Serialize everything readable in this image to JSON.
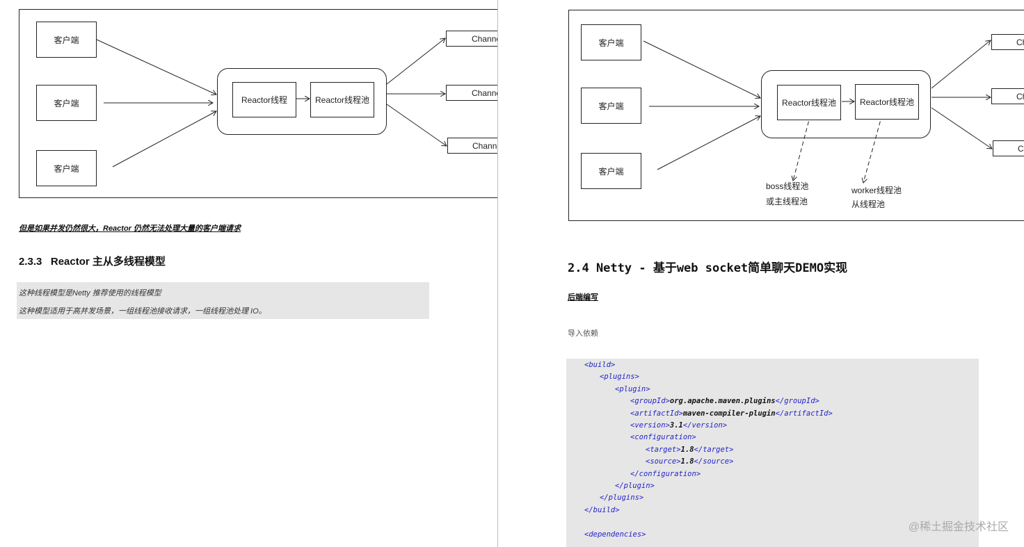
{
  "left": {
    "diagram": {
      "clients": [
        "客户端",
        "客户端",
        "客户端"
      ],
      "reactor_thread": "Reactor线程",
      "reactor_pool": "Reactor线程池",
      "channels": [
        "Channel",
        "Channel",
        "Channel"
      ]
    },
    "note": "但是如果并发仍然很大，Reactor 仍然无法处理大量的客户端请求",
    "heading": "2.3.3   Reactor 主从多线程模型",
    "quote": [
      "这种线程模型是Netty 推荐使用的线程模型",
      "这种模型适用于高并发场景，一组线程池接收请求，一组线程池处理 IO。"
    ]
  },
  "right": {
    "diagram": {
      "clients": [
        "客户端",
        "客户端",
        "客户端"
      ],
      "reactor_pool_1": "Reactor线程池",
      "reactor_pool_2": "Reactor线程池",
      "channels": [
        "Channel",
        "Channel",
        "Channel"
      ],
      "boss_label": [
        "boss线程池",
        "或主线程池"
      ],
      "worker_label": [
        "worker线程池",
        "从线程池"
      ]
    },
    "heading": "2.4 Netty - 基于web socket简单聊天DEMO实现",
    "subheading": "后端编写",
    "para": "导入依赖",
    "code": [
      {
        "indent": 0,
        "open": "<build>",
        "value": "",
        "close": ""
      },
      {
        "indent": 1,
        "open": "<plugins>",
        "value": "",
        "close": ""
      },
      {
        "indent": 2,
        "open": "<plugin>",
        "value": "",
        "close": ""
      },
      {
        "indent": 3,
        "open": "<groupId>",
        "value": "org.apache.maven.plugins",
        "close": "</groupId>"
      },
      {
        "indent": 3,
        "open": "<artifactId>",
        "value": "maven-compiler-plugin",
        "close": "</artifactId>"
      },
      {
        "indent": 3,
        "open": "<version>",
        "value": "3.1",
        "close": "</version>"
      },
      {
        "indent": 3,
        "open": "<configuration>",
        "value": "",
        "close": ""
      },
      {
        "indent": 4,
        "open": "<target>",
        "value": "1.8",
        "close": "</target>"
      },
      {
        "indent": 4,
        "open": "<source>",
        "value": "1.8",
        "close": "</source>"
      },
      {
        "indent": 3,
        "open": "</configuration>",
        "value": "",
        "close": ""
      },
      {
        "indent": 2,
        "open": "</plugin>",
        "value": "",
        "close": ""
      },
      {
        "indent": 1,
        "open": "</plugins>",
        "value": "",
        "close": ""
      },
      {
        "indent": 0,
        "open": "</build>",
        "value": "",
        "close": ""
      },
      {
        "indent": 0,
        "open": "",
        "value": "",
        "close": ""
      },
      {
        "indent": 0,
        "open": "<dependencies>",
        "value": "",
        "close": ""
      }
    ]
  },
  "watermark": "@稀土掘金技术社区"
}
